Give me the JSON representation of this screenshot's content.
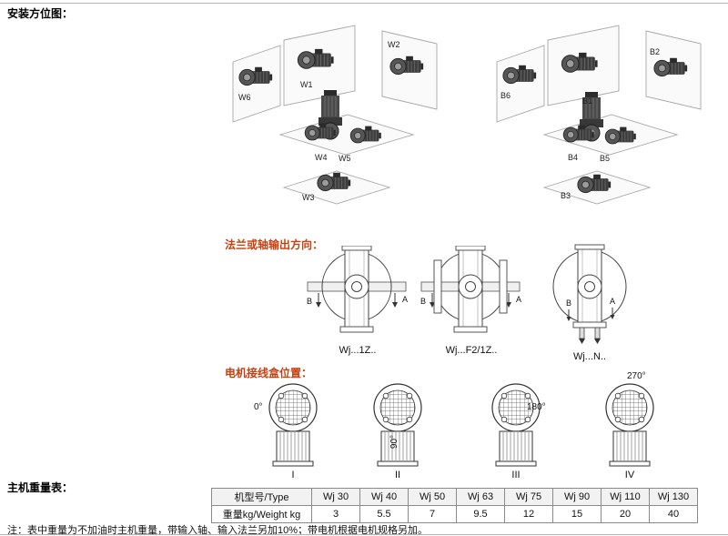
{
  "sections": {
    "mounting_title": "安装方位图：",
    "flange_title": "法兰或轴输出方向：",
    "terminal_title": "电机接线盒位置：",
    "weight_title": "主机重量表："
  },
  "mounting": {
    "left": {
      "w6": "W6",
      "w1": "W1",
      "w2": "W2",
      "w4": "W4",
      "w5": "W5",
      "w3": "W3"
    },
    "right": {
      "b6": "B6",
      "b1": "B1",
      "b2": "B2",
      "b4": "B4",
      "b5": "B5",
      "b3": "B3"
    }
  },
  "flange": {
    "d1": {
      "caption": "Wj...1Z..",
      "left_label": "B",
      "right_label": "A"
    },
    "d2": {
      "caption": "Wj...F2/1Z..",
      "left_label": "B",
      "right_label": "A"
    },
    "d3": {
      "caption": "Wj...N..",
      "left_label": "B",
      "right_label": "A"
    }
  },
  "terminal": {
    "p1": {
      "angle": "0°",
      "numeral": "I"
    },
    "p2": {
      "angle": "90°",
      "numeral": "II"
    },
    "p3": {
      "angle": "180°",
      "numeral": "III"
    },
    "p4": {
      "angle": "270°",
      "numeral": "IV"
    }
  },
  "weight_table": {
    "type_header": "机型号/Type",
    "weight_header": "重量kg/Weight kg",
    "models": [
      "Wj 30",
      "Wj 40",
      "Wj 50",
      "Wj 63",
      "Wj 75",
      "Wj 90",
      "Wj 110",
      "Wj 130"
    ],
    "weights": [
      "3",
      "5.5",
      "7",
      "9.5",
      "12",
      "15",
      "20",
      "40"
    ]
  },
  "note": "注：表中重量为不加油时主机重量，带输入轴、输入法兰另加10%；带电机根据电机规格另加。"
}
